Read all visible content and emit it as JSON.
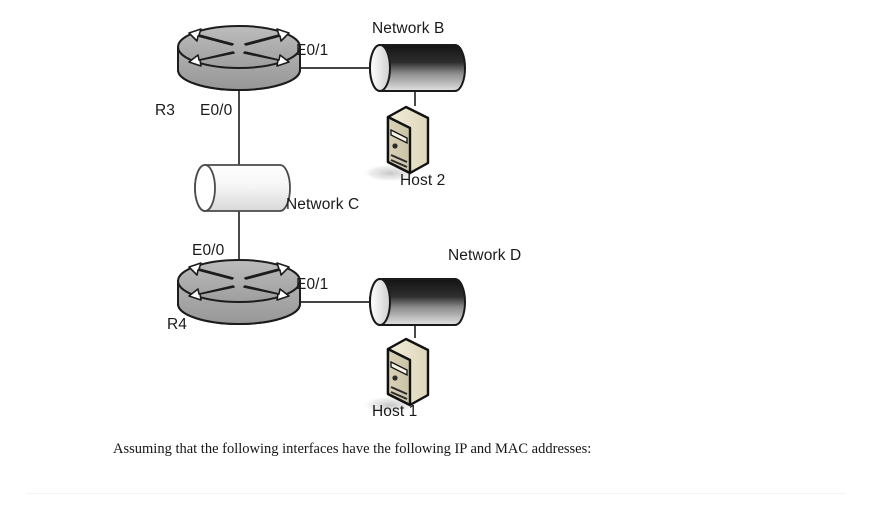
{
  "diagram": {
    "type": "network-topology",
    "devices": [
      {
        "id": "r3",
        "kind": "router",
        "label": "R3"
      },
      {
        "id": "r4",
        "kind": "router",
        "label": "R4"
      },
      {
        "id": "host2",
        "kind": "host",
        "label": "Host 2"
      },
      {
        "id": "host1",
        "kind": "host",
        "label": "Host 1"
      }
    ],
    "networks": [
      {
        "id": "netb",
        "label": "Network B",
        "shade": "dark"
      },
      {
        "id": "netc",
        "label": "Network C",
        "shade": "light"
      },
      {
        "id": "netd",
        "label": "Network D",
        "shade": "dark"
      }
    ],
    "interfaces": [
      {
        "id": "r3-e01",
        "label": "E0/1",
        "device": "R3",
        "network": "Network B"
      },
      {
        "id": "r3-e00",
        "label": "E0/0",
        "device": "R3",
        "network": "Network C"
      },
      {
        "id": "r4-e00",
        "label": "E0/0",
        "device": "R4",
        "network": "Network C"
      },
      {
        "id": "r4-e01",
        "label": "E0/1",
        "device": "R4",
        "network": "Network D"
      }
    ],
    "links": [
      {
        "from": "R3 E0/1",
        "to": "Network B"
      },
      {
        "from": "Network B",
        "to": "Host 2"
      },
      {
        "from": "R3 E0/0",
        "to": "Network C"
      },
      {
        "from": "Network C",
        "to": "R4 E0/0"
      },
      {
        "from": "R4 E0/1",
        "to": "Network D"
      },
      {
        "from": "Network D",
        "to": "Host 1"
      }
    ]
  },
  "caption": {
    "text": "Assuming that the following interfaces have the following IP and MAC addresses:"
  },
  "colors": {
    "router_body": "#a9a9a9",
    "router_outline": "#1c1c1c",
    "cylinder_dark_top": "#1d1d1d",
    "cylinder_dark_bottom": "#d8d8d8",
    "cylinder_light": "#f2f2f2",
    "host_face": "#ece6cf",
    "host_side": "#bdb79c",
    "line": "#2a2a2a",
    "text": "#1a1a1a",
    "background": "#ffffff"
  }
}
